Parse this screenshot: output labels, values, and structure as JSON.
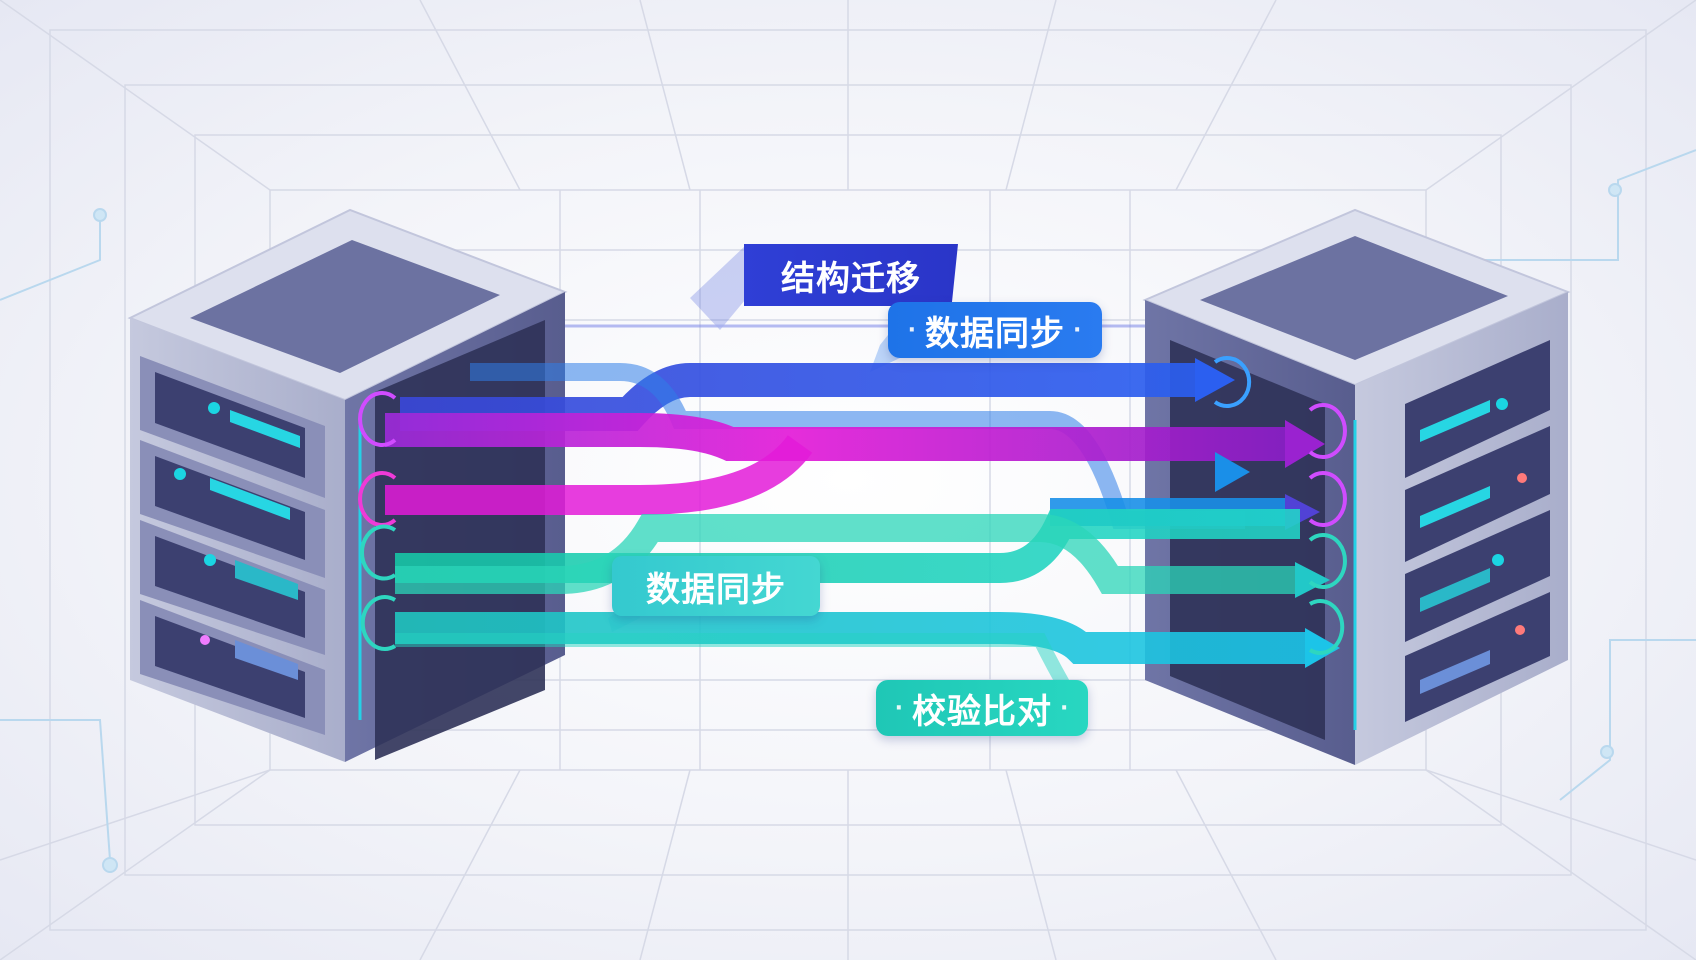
{
  "labels": {
    "structure_migration": "结构迁移",
    "data_sync_top": "数据同步",
    "data_sync_mid": "数据同步",
    "verify_compare": "校验比对"
  },
  "colors": {
    "structure": "#2f3fd6",
    "sync_blue": "#1e73e8",
    "magenta": "#c21de6",
    "cyan": "#18a8ee",
    "teal": "#28d7c1",
    "server_body": "#8a90b8",
    "server_dark": "#3b3f6e"
  },
  "icons": {
    "source_server": "server-rack-icon",
    "target_server": "server-rack-icon"
  }
}
